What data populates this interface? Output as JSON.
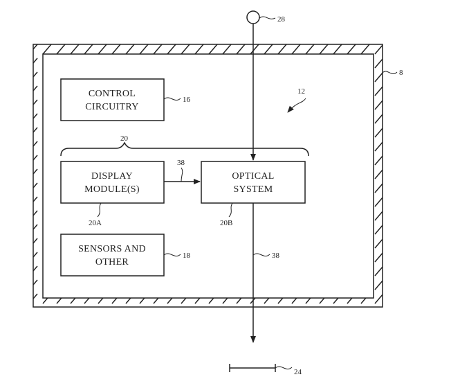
{
  "diagram": {
    "boxes": {
      "control": [
        "CONTROL",
        "CIRCUITRY"
      ],
      "display": [
        "DISPLAY",
        "MODULE(S)"
      ],
      "optical": [
        "OPTICAL",
        "SYSTEM"
      ],
      "sensors": [
        "SENSORS AND",
        "OTHER"
      ]
    },
    "refs": {
      "r28": "28",
      "r8": "8",
      "r12": "12",
      "r16": "16",
      "r20": "20",
      "r38_top": "38",
      "r20A": "20A",
      "r20B": "20B",
      "r18": "18",
      "r38_bottom": "38",
      "r24": "24"
    }
  }
}
